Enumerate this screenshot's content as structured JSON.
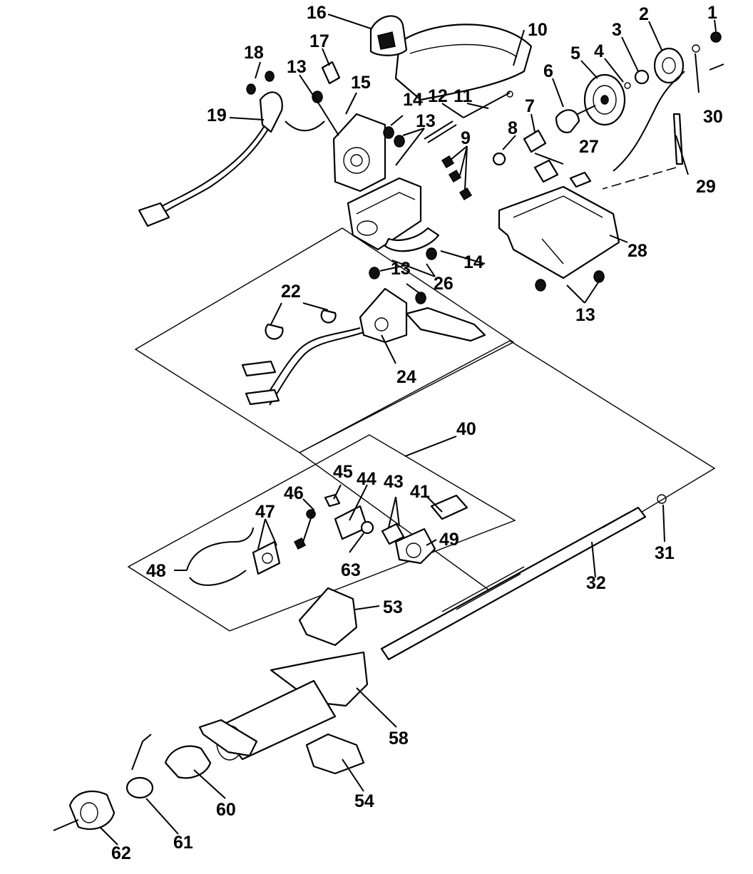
{
  "callouts": {
    "c1": "1",
    "c2": "2",
    "c3": "3",
    "c4": "4",
    "c5": "5",
    "c6": "6",
    "c7": "7",
    "c8": "8",
    "c9": "9",
    "c10": "10",
    "c11": "11",
    "c12": "12",
    "c13a": "13",
    "c13b": "13",
    "c13c": "13",
    "c13d": "13",
    "c14a": "14",
    "c14b": "14",
    "c15": "15",
    "c16": "16",
    "c17": "17",
    "c18": "18",
    "c19": "19",
    "c22": "22",
    "c24": "24",
    "c26": "26",
    "c27": "27",
    "c28": "28",
    "c29": "29",
    "c30": "30",
    "c31": "31",
    "c32": "32",
    "c40": "40",
    "c41": "41",
    "c43": "43",
    "c44": "44",
    "c45": "45",
    "c46": "46",
    "c47": "47",
    "c48": "48",
    "c49": "49",
    "c53": "53",
    "c54": "54",
    "c58": "58",
    "c60": "60",
    "c61": "61",
    "c62": "62",
    "c63": "63"
  }
}
